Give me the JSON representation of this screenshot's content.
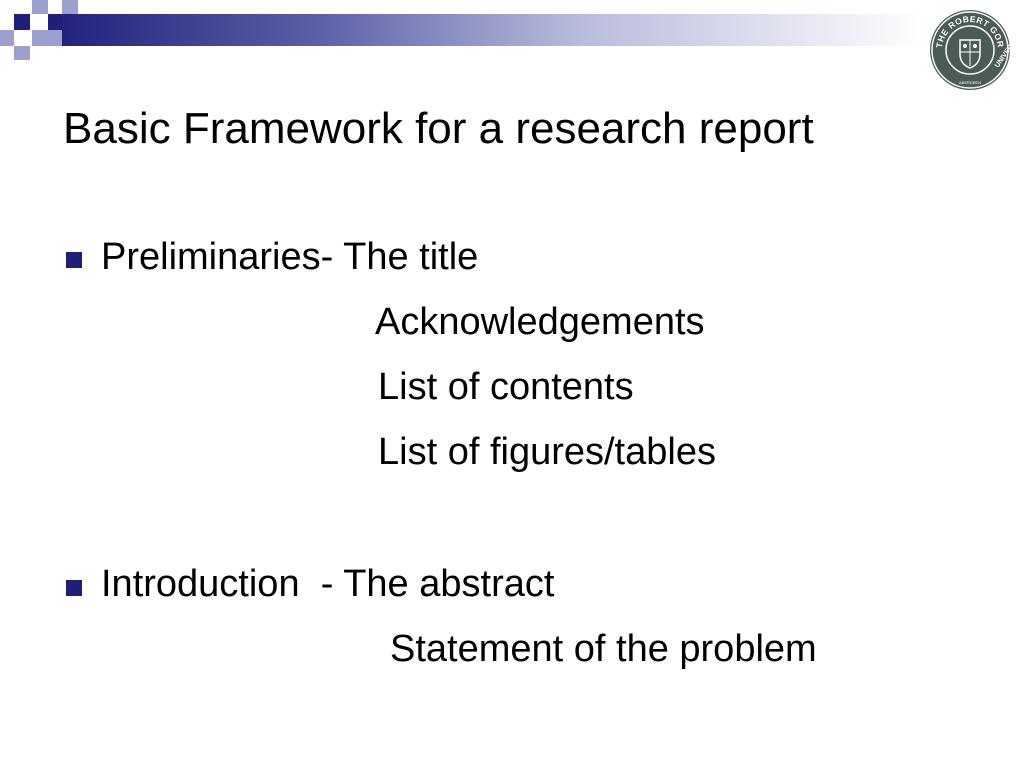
{
  "slide": {
    "title": "Basic Framework for a research report",
    "logo_text": "THE ROBERT GORDON UNIVERSITY ABERDEEN",
    "bullets": [
      {
        "lead": "Preliminaries- The title",
        "continuations": [
          "Acknowledgements",
          "List of contents",
          "List of figures/tables"
        ]
      },
      {
        "lead": "Introduction  - The abstract",
        "continuations": [
          "Statement of the problem"
        ]
      }
    ]
  },
  "colors": {
    "accent": "#1f1f7a",
    "accent_light": "#9c9fd0",
    "logo": "#4d5b57"
  }
}
